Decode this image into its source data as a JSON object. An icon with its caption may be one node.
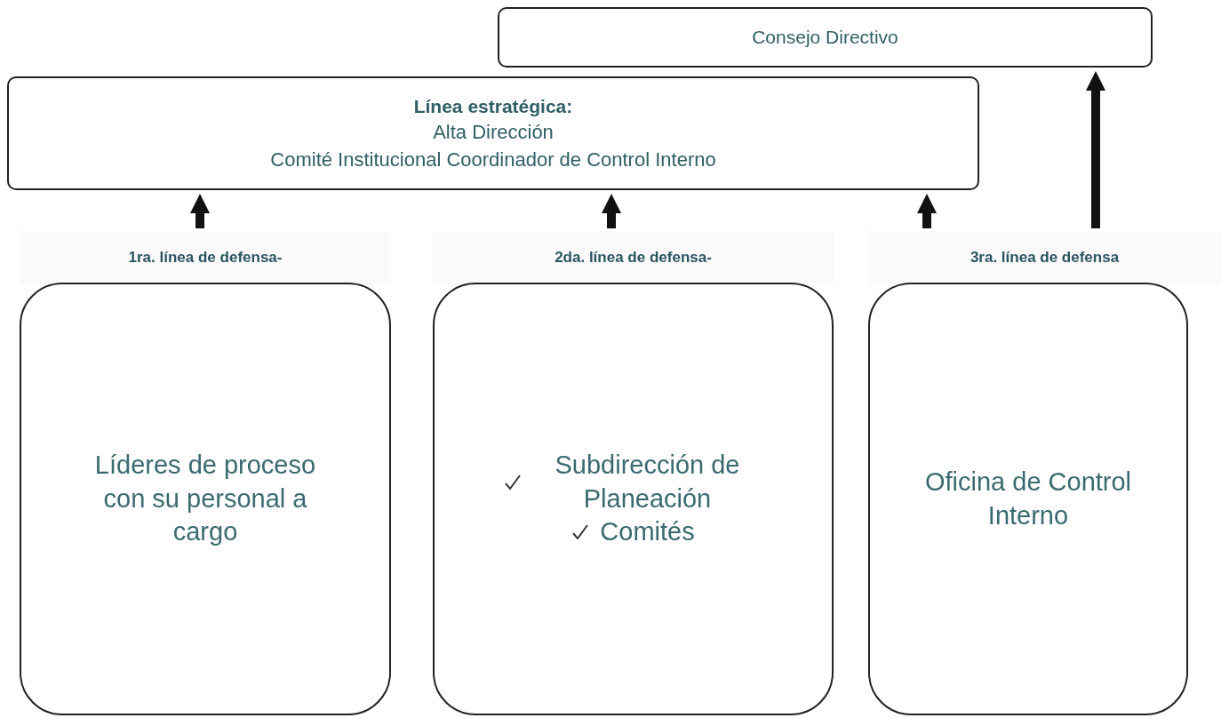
{
  "diagram": {
    "nodes": [
      {
        "text": [
          "Consejo Directivo"
        ]
      },
      {
        "text": [
          "Línea estratégica:",
          "Alta Dirección",
          "Comité Institucional Coordinador de Control Interno"
        ]
      },
      {
        "text": [
          "1ra. línea de defensa-",
          "Líderes de proceso con su personal a cargo"
        ]
      },
      {
        "text": [
          "2da. línea de defensa-",
          "Subdirección de Planeación",
          "Comités"
        ]
      },
      {
        "text": [
          "3ra. línea de defensa",
          "Oficina de Control Interno"
        ]
      }
    ],
    "edges": [
      {
        "from": 2,
        "to": 1,
        "arrow": "to"
      },
      {
        "from": 3,
        "to": 1,
        "arrow": "to"
      },
      {
        "from": 4,
        "to": 1,
        "arrow": "to"
      },
      {
        "from": 4,
        "to": 0,
        "arrow": "to"
      }
    ]
  }
}
